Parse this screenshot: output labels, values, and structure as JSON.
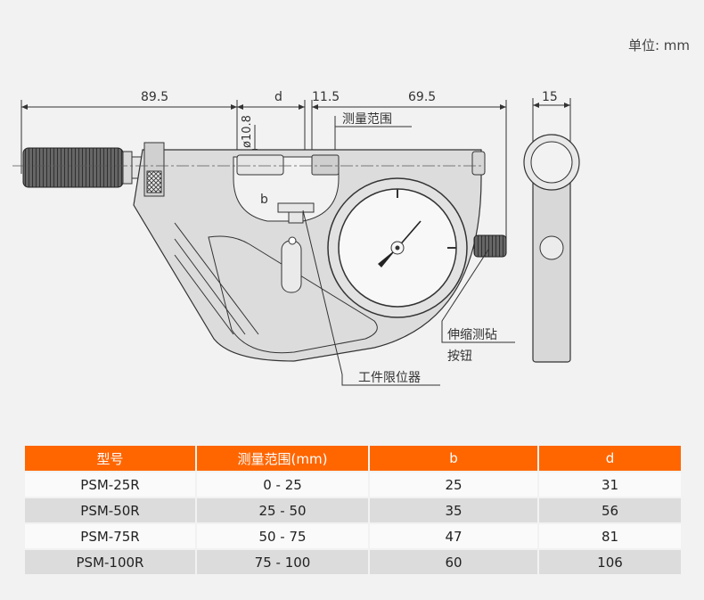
{
  "unit_label": "单位: mm",
  "dimensions": {
    "d1": "89.5",
    "d2": "d",
    "d3": "11.5",
    "d4": "69.5",
    "d5": "15",
    "dia": "ø10.8",
    "b": "b"
  },
  "callouts": {
    "range": "测量范围",
    "button_line1": "伸缩测砧",
    "button_line2": "按钮",
    "stopper": "工件限位器"
  },
  "table": {
    "headers": [
      "型号",
      "测量范围(mm)",
      "b",
      "d"
    ],
    "rows": [
      [
        "PSM-25R",
        "0 - 25",
        "25",
        "31"
      ],
      [
        "PSM-50R",
        "25 - 50",
        "35",
        "56"
      ],
      [
        "PSM-75R",
        "50 - 75",
        "47",
        "81"
      ],
      [
        "PSM-100R",
        "75 - 100",
        "60",
        "106"
      ]
    ]
  },
  "colors": {
    "header": "#ff6600",
    "row_light": "#fafafa",
    "row_dark": "#dcdcdc"
  }
}
